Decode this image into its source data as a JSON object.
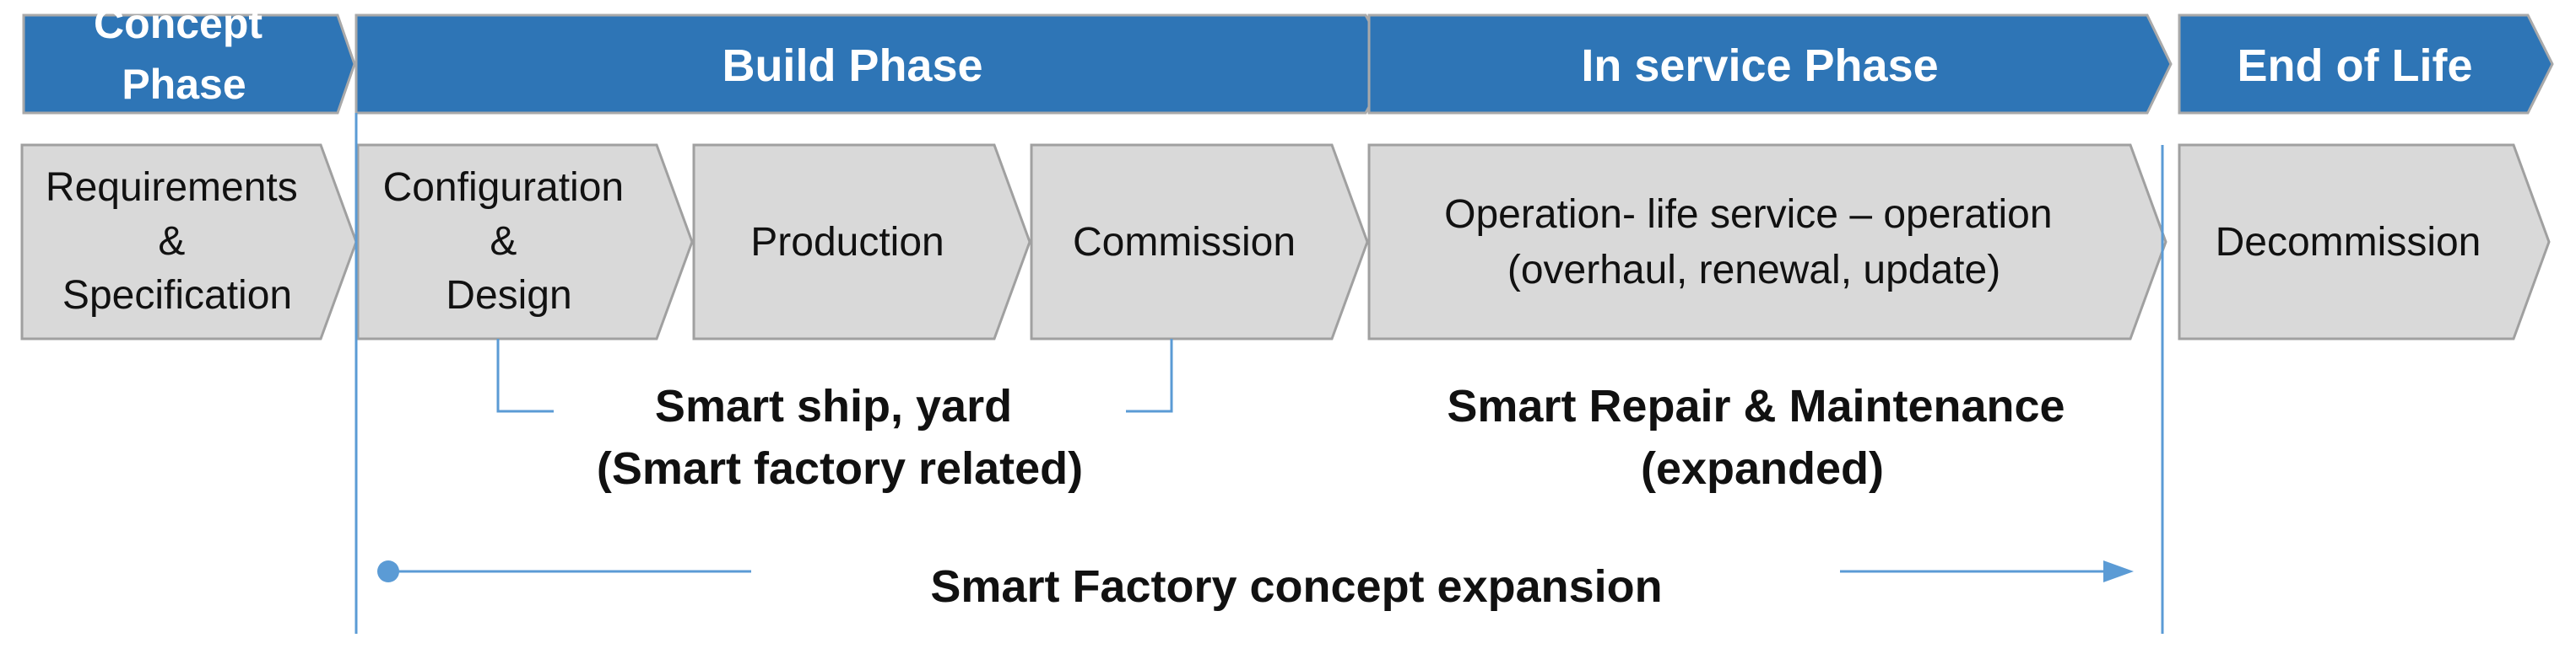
{
  "colors": {
    "phase_fill": "#2E75B6",
    "phase_stroke": "#A9A9A9",
    "step_fill": "#D9D9D9",
    "step_stroke": "#A0A0A0",
    "line": "#5B9BD5",
    "text": "#111111"
  },
  "phases": [
    {
      "id": "concept",
      "lines": [
        "Concept",
        "Phase"
      ]
    },
    {
      "id": "build",
      "lines": [
        "Build Phase"
      ]
    },
    {
      "id": "in-service",
      "lines": [
        "In service Phase"
      ]
    },
    {
      "id": "end-of-life",
      "lines": [
        "End of Life"
      ]
    }
  ],
  "steps": [
    {
      "id": "requirements-specification",
      "lines": [
        "Requirements",
        "&",
        "Specification"
      ]
    },
    {
      "id": "configuration-design",
      "lines": [
        "Configuration",
        "&",
        "Design"
      ]
    },
    {
      "id": "production",
      "lines": [
        "Production"
      ]
    },
    {
      "id": "commission",
      "lines": [
        "Commission"
      ]
    },
    {
      "id": "operation",
      "lines": [
        "Operation- life service – operation",
        "(overhaul, renewal, update)"
      ]
    },
    {
      "id": "decommission",
      "lines": [
        "Decommission"
      ]
    }
  ],
  "notes": {
    "smart_ship": [
      "Smart ship, yard",
      "(Smart factory related)"
    ],
    "smart_repair": [
      "Smart Repair & Maintenance",
      "(expanded)"
    ],
    "expansion": "Smart Factory concept expansion"
  }
}
